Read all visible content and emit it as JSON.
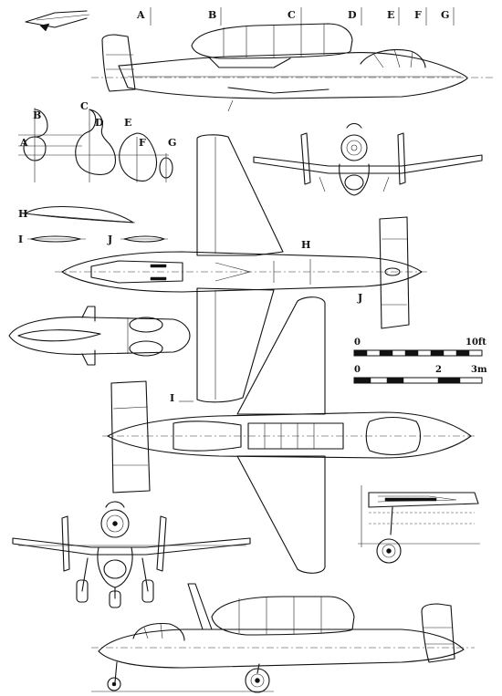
{
  "section_labels": {
    "A": "A",
    "B": "B",
    "C": "C",
    "D": "D",
    "E": "E",
    "F": "F",
    "G": "G",
    "H": "H",
    "I": "I",
    "J": "J"
  },
  "scale_bar_imperial": {
    "start": "0",
    "end": "10ft"
  },
  "scale_bar_metric": {
    "start": "0",
    "mid": "2",
    "end": "3m"
  }
}
